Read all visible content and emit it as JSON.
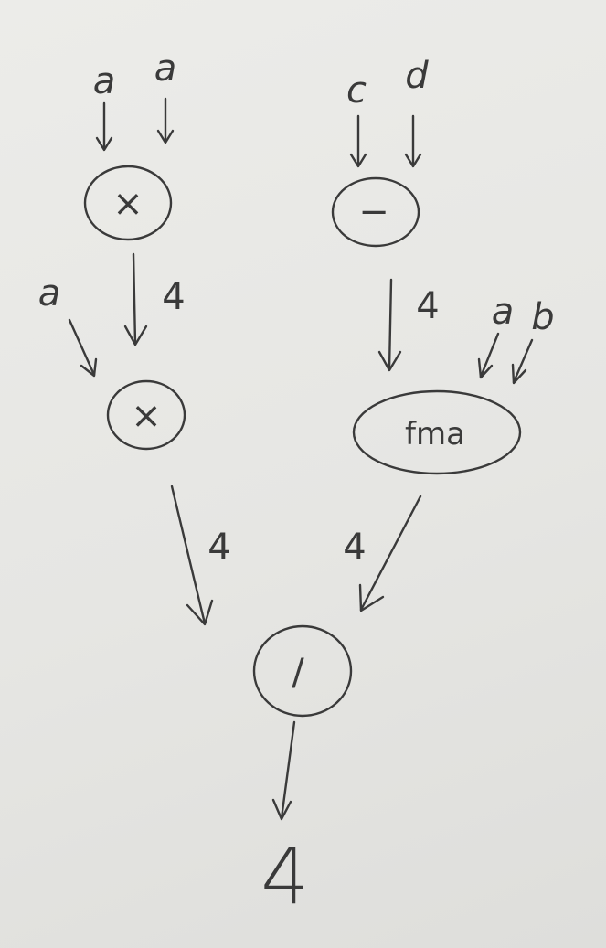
{
  "inputs": {
    "in1": "a",
    "in2": "a",
    "in3": "c",
    "in4": "d",
    "in5": "a",
    "in6": "a",
    "in7": "b"
  },
  "nodes": {
    "mul1": "×",
    "sub1": "−",
    "mul2": "×",
    "fma1": "fma",
    "div1": "/"
  },
  "edge_weights": {
    "mul1_to_mul2": "4",
    "sub1_to_fma1": "4",
    "mul2_to_div1": "4",
    "fma1_to_div1": "4"
  },
  "output": {
    "value": "4"
  }
}
